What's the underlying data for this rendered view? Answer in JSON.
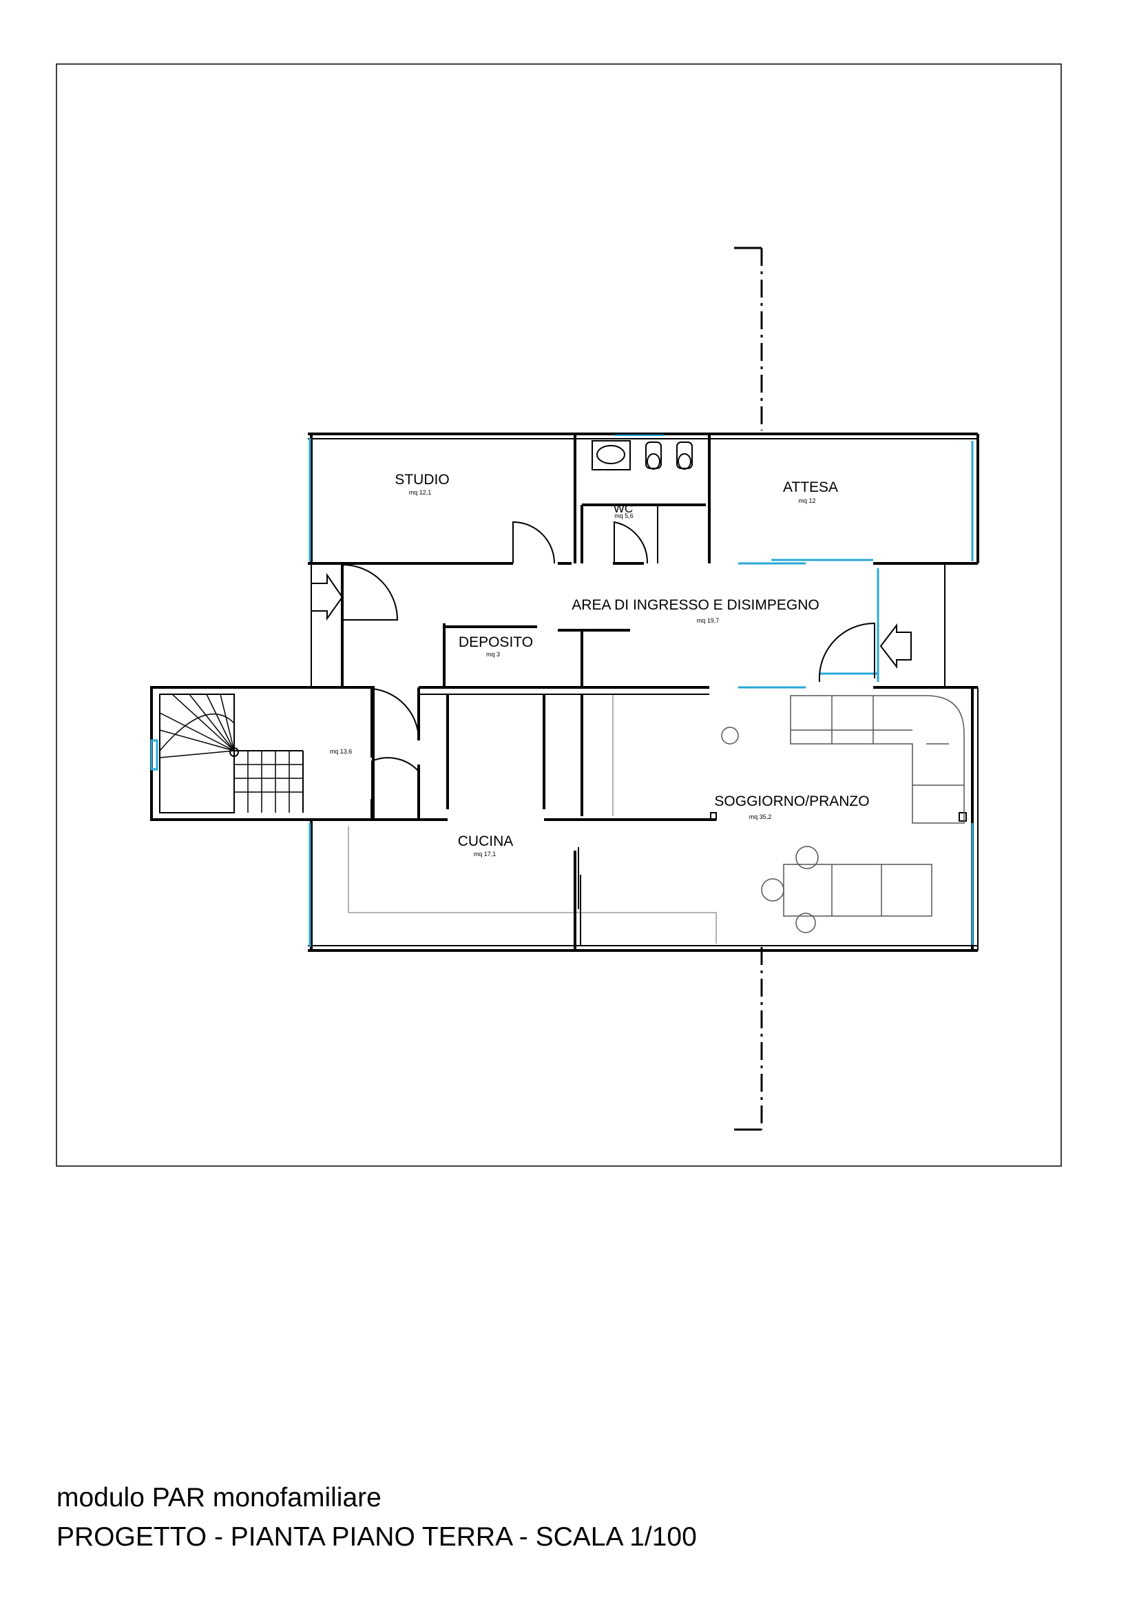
{
  "colors": {
    "wall": "#000000",
    "glass": "#29a8d8",
    "furniture": "#555555",
    "light": "#999999"
  },
  "rooms": [
    {
      "id": "studio",
      "name": "STUDIO",
      "area": "mq 12,1"
    },
    {
      "id": "wc",
      "name": "WC",
      "area": "mq 5,6"
    },
    {
      "id": "attesa",
      "name": "ATTESA",
      "area": "mq 12"
    },
    {
      "id": "ingresso",
      "name": "AREA DI INGRESSO E DISIMPEGNO",
      "area": "mq 19,7"
    },
    {
      "id": "deposito",
      "name": "DEPOSITO",
      "area": "mq 3"
    },
    {
      "id": "scala",
      "name": "",
      "area": "mq 13,6"
    },
    {
      "id": "soggiorno",
      "name": "SOGGIORNO/PRANZO",
      "area": "mq 35,2"
    },
    {
      "id": "cucina",
      "name": "CUCINA",
      "area": "mq 17,1"
    }
  ],
  "caption": {
    "line1": "modulo PAR monofamiliare",
    "line2": "PROGETTO - PIANTA PIANO TERRA - SCALA 1/100"
  }
}
